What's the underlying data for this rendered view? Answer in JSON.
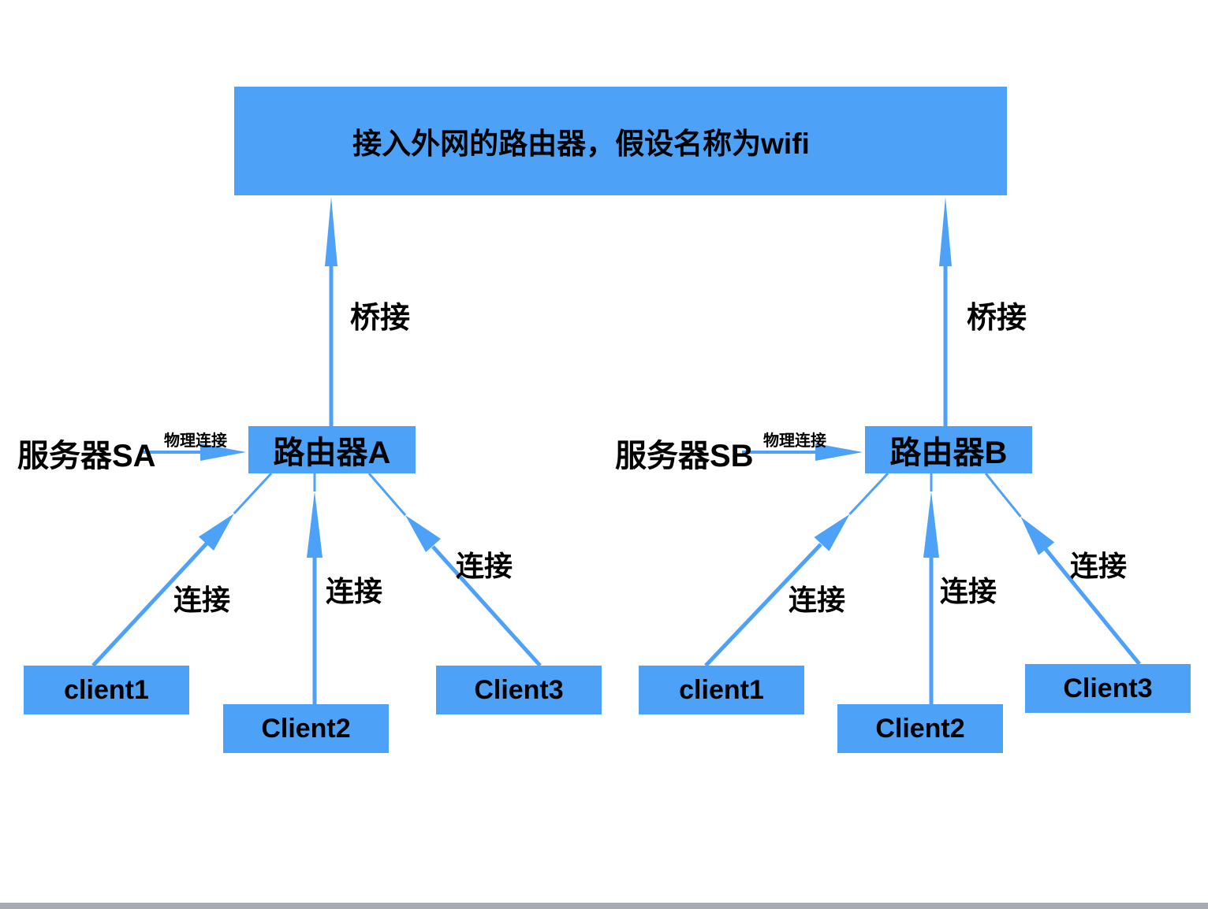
{
  "diagram": {
    "internet_router_box": {
      "label": "接入外网的路由器，假设名称为wifi"
    },
    "groups": [
      {
        "id": "A",
        "server": "服务器SA",
        "physical_link": "物理连接",
        "router": "路由器A",
        "bridge": "桥接",
        "connect": "连接",
        "clients": [
          "client1",
          "Client2",
          "Client3"
        ]
      },
      {
        "id": "B",
        "server": "服务器SB",
        "physical_link": "物理连接",
        "router": "路由器B",
        "bridge": "桥接",
        "connect": "连接",
        "clients": [
          "client1",
          "Client2",
          "Client3"
        ]
      }
    ],
    "colors": {
      "node_fill": "#4da1f7",
      "arrow": "#4da1f7",
      "text": "#000000",
      "bottom_bar": "#a8acb2"
    }
  }
}
